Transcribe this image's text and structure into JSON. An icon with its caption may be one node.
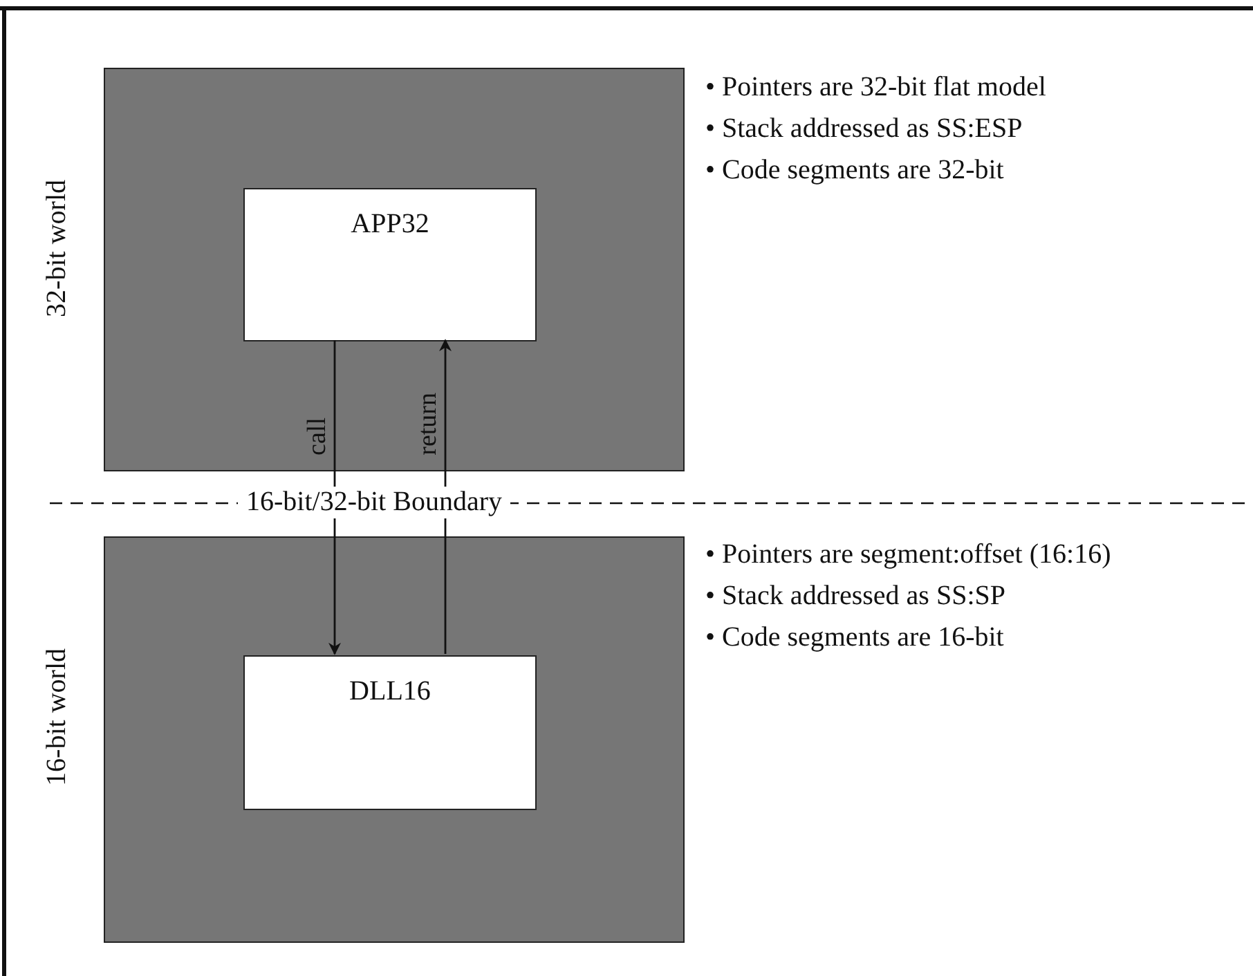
{
  "diagram": {
    "nodes": [
      {
        "text": [
          "32-bit world"
        ]
      },
      {
        "text": [
          "APP32"
        ],
        "in": 0
      },
      {
        "text": [
          "16-bit world"
        ]
      },
      {
        "text": [
          "DLL16"
        ],
        "in": 2
      }
    ],
    "edges": [
      {
        "from": 1,
        "to": 3,
        "label": "call",
        "arrow": "to"
      },
      {
        "from": 3,
        "to": 1,
        "label": "return",
        "arrow": "to"
      }
    ],
    "labels": [
      "• Pointers are 32-bit flat model",
      "• Stack addressed as SS:ESP",
      "• Code segments are 32-bit",
      "16-bit/32-bit Boundary",
      "• Pointers are segment:offset (16:16)",
      "• Stack addressed as SS:SP",
      "• Code segments are 16-bit"
    ]
  }
}
